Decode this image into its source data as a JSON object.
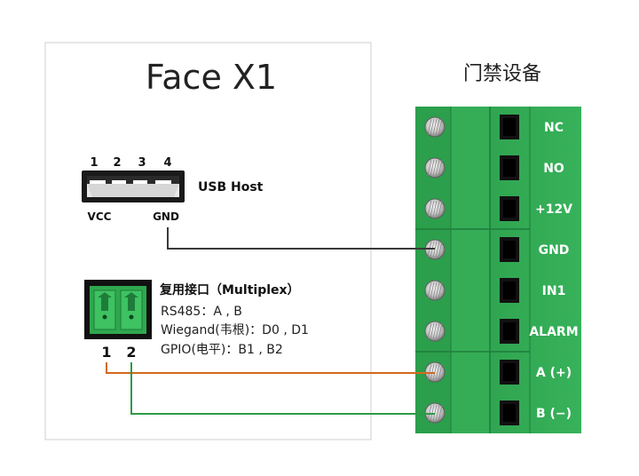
{
  "device": {
    "title": "Face X1",
    "usb": {
      "pins": [
        "1",
        "2",
        "3",
        "4"
      ],
      "label": "USB Host",
      "vcc_label": "VCC",
      "gnd_label": "GND"
    },
    "multiplex": {
      "title": "复用接口（Multiplex）",
      "lines": [
        "RS485：A , B",
        "Wiegand(韦根)：D0 , D1",
        "GPIO(电平)：B1 , B2"
      ],
      "pin_labels": [
        "1",
        "2"
      ]
    }
  },
  "access_control": {
    "title": "门禁设备",
    "terminals": [
      "NC",
      "NO",
      "+12V",
      "GND",
      "IN1",
      "ALARM",
      "A (+)",
      "B (−)"
    ]
  },
  "colors": {
    "terminal_green": "#2fa84f",
    "terminal_dark": "#1e7c3a",
    "gnd_wire": "#3a3a3a",
    "wire_a": "#d2691e",
    "wire_b": "#2e9a47",
    "text": "#222222"
  }
}
